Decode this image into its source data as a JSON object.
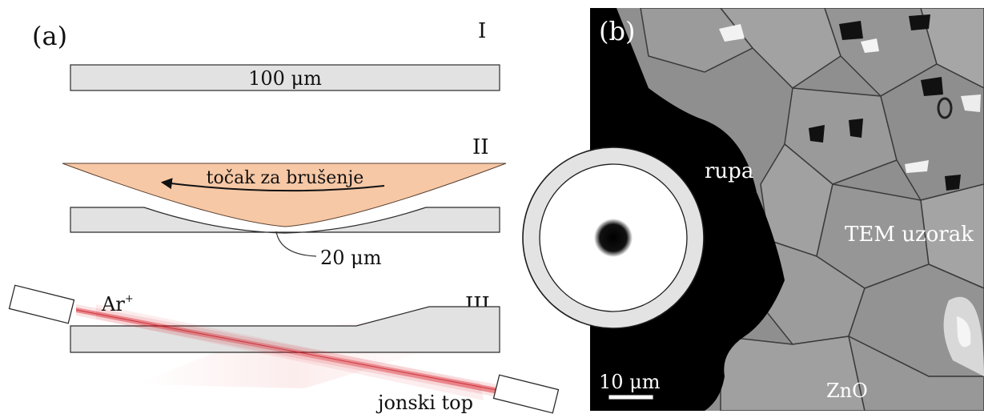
{
  "panel_a": {
    "label": "(a)",
    "steps": [
      "I",
      "II",
      "III"
    ],
    "thickness_label": "100 μm",
    "wheel_label": "točak za brušenje",
    "dimple_label": "20 μm",
    "ion_label_base": "Ar",
    "ion_label_sup": "+",
    "gun_label": "jonski top",
    "colors": {
      "slab_fill": "#e2e2e2",
      "slab_stroke": "#2b2b2b",
      "wheel_fill": "#f7c8a6",
      "beam": "#d81f2a"
    }
  },
  "panel_b": {
    "label": "(b)",
    "hole_label": "rupa",
    "sample_label": "TEM uzorak",
    "material_label": "ZnO",
    "scale_label": "10 μm",
    "colors": {
      "hole": "#000000",
      "grain": "#8f8f8f"
    }
  }
}
